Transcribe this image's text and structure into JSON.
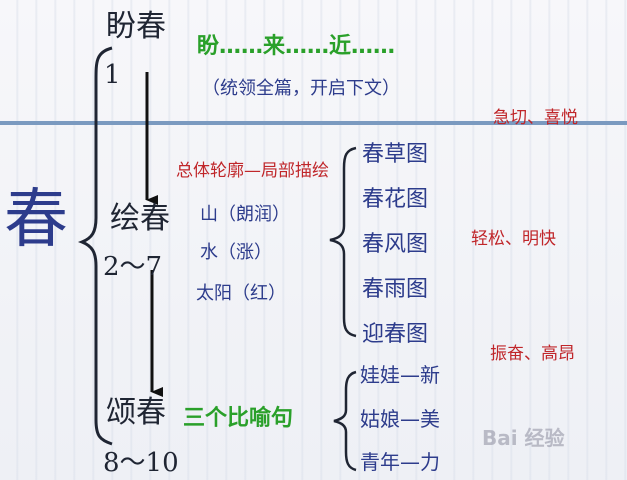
{
  "root": "春",
  "sections": [
    {
      "title": "盼春",
      "range": "1"
    },
    {
      "title": "绘春",
      "range": "2～7"
    },
    {
      "title": "颂春",
      "range": "8～10"
    }
  ],
  "pan": {
    "expectation": "盼……来……近……",
    "note": "（统领全篇，开启下文）",
    "mood": "急切、喜悦"
  },
  "hui": {
    "method": "总体轮廓—局部描绘",
    "features": [
      "山（朗润）",
      "水（涨）",
      "太阳（红）"
    ],
    "pictures": [
      "春草图",
      "春花图",
      "春风图",
      "春雨图",
      "迎春图"
    ],
    "mood": "轻松、明快"
  },
  "song": {
    "device": "三个比喻句",
    "metaphors": [
      "娃娃—新",
      "姑娘—美",
      "青年—力"
    ],
    "mood": "振奋、高昂"
  },
  "watermark": "Bai 经验",
  "colors": {
    "line": "#7b9ac0",
    "green": "#2aa02a",
    "red": "#c0262a",
    "blue": "#2d3c8c"
  }
}
